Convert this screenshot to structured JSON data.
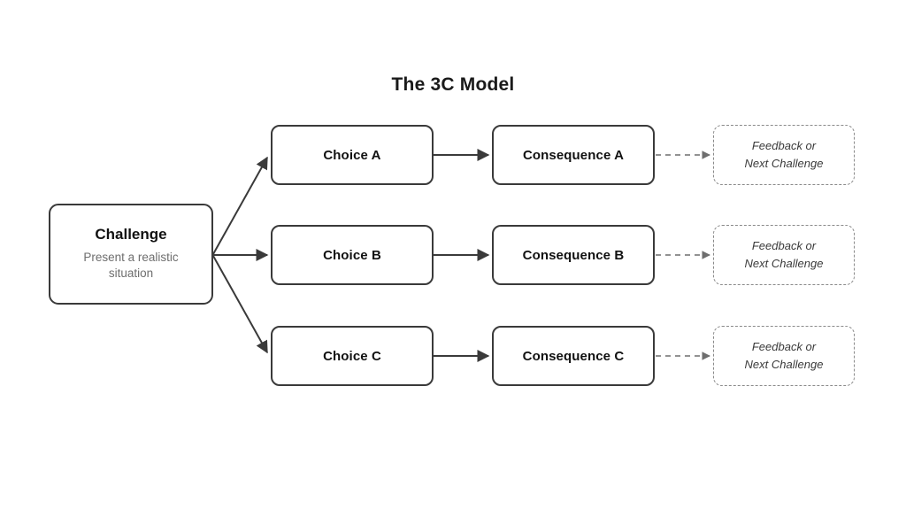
{
  "diagram": {
    "title": "The 3C Model",
    "colors": {
      "node_border": "#3a3a3a",
      "node_fill": "#ffffff",
      "feedback_border": "#8a8a8a",
      "text": "#111111",
      "subtext": "#6e6e6e",
      "connector": "#3a3a3a",
      "background": "#ffffff"
    },
    "challenge": {
      "title": "Challenge",
      "subtitle_line1": "Present a realistic",
      "subtitle_line2": "situation"
    },
    "rows": [
      {
        "id": "a",
        "choice": "Choice A",
        "consequence": "Consequence A",
        "feedback_line1": "Feedback or",
        "feedback_line2": "Next Challenge"
      },
      {
        "id": "b",
        "choice": "Choice B",
        "consequence": "Consequence B",
        "feedback_line1": "Feedback or",
        "feedback_line2": "Next Challenge"
      },
      {
        "id": "c",
        "choice": "Choice C",
        "consequence": "Consequence C",
        "feedback_line1": "Feedback or",
        "feedback_line2": "Next Challenge"
      }
    ],
    "connectors": {
      "challenge_to_choices": "solid-arrow",
      "choice_to_consequence": "solid-arrow",
      "consequence_to_feedback": "dashed-arrow"
    }
  }
}
